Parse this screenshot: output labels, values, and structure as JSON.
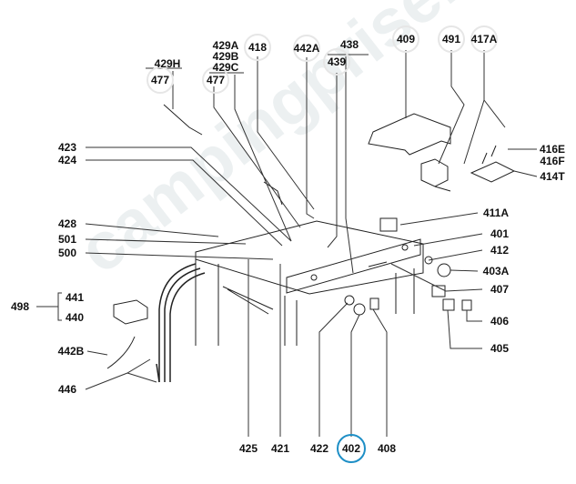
{
  "watermark": "campingpriser.dk",
  "selected_part": "402",
  "accent_color": "#1e8fc6",
  "labels": {
    "p429H": "429H",
    "p477a": "477",
    "p429A": "429A",
    "p429B": "429B",
    "p429C": "429C",
    "p477b": "477",
    "p418": "418",
    "p442A": "442A",
    "p438": "438",
    "p439": "439",
    "p409": "409",
    "p491": "491",
    "p417A": "417A",
    "p423": "423",
    "p424": "424",
    "p416E": "416E",
    "p416F": "416F",
    "p414T": "414T",
    "p411A": "411A",
    "p428": "428",
    "p501": "501",
    "p500": "500",
    "p401": "401",
    "p412": "412",
    "p403A": "403A",
    "p407": "407",
    "p498": "498",
    "p441": "441",
    "p440": "440",
    "p406": "406",
    "p405": "405",
    "p442B": "442B",
    "p446": "446",
    "p425": "425",
    "p421": "421",
    "p422": "422",
    "p402": "402",
    "p408": "408"
  }
}
